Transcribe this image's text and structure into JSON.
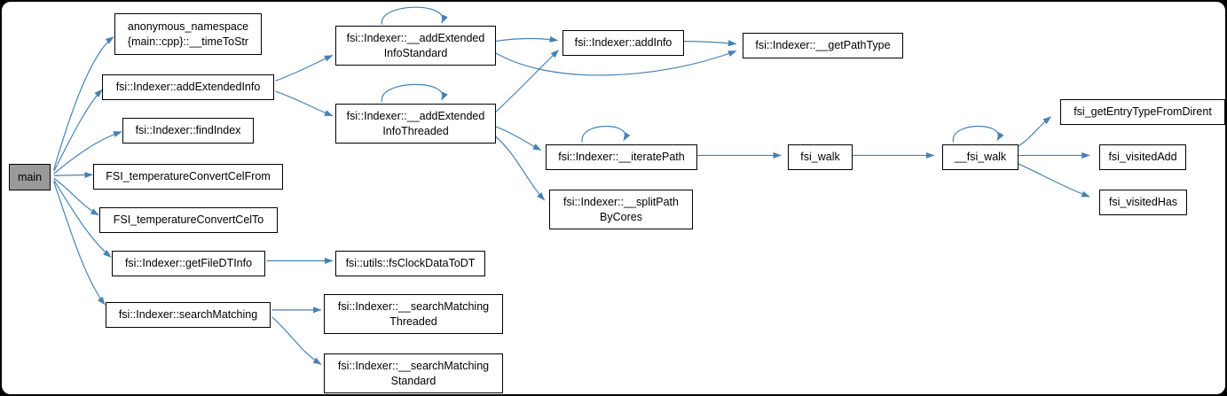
{
  "colors": {
    "background": "#ffffff",
    "edge": "#4682B4",
    "node_fill": "#ffffff",
    "node_border": "#000000",
    "current_node_fill": "#9a9a9a",
    "text": "#000000"
  },
  "diagram": {
    "type": "call-graph",
    "direction": "left-to-right",
    "nodes": [
      {
        "id": "main",
        "label": "main",
        "emphasis": "current"
      },
      {
        "id": "timeToStr",
        "label": "anonymous_namespace\n{main::cpp}::__timeToStr"
      },
      {
        "id": "addExtendedInfo",
        "label": "fsi::Indexer::addExtendedInfo"
      },
      {
        "id": "findIndex",
        "label": "fsi::Indexer::findIndex"
      },
      {
        "id": "FSI_temperatureConvertCelFrom",
        "label": "FSI_temperatureConvertCelFrom"
      },
      {
        "id": "FSI_temperatureConvertCelTo",
        "label": "FSI_temperatureConvertCelTo"
      },
      {
        "id": "getFileDTInfo",
        "label": "fsi::Indexer::getFileDTInfo"
      },
      {
        "id": "searchMatching",
        "label": "fsi::Indexer::searchMatching"
      },
      {
        "id": "addExtendedInfoStandard",
        "label": "fsi::Indexer::__addExtended\nInfoStandard"
      },
      {
        "id": "addExtendedInfoThreaded",
        "label": "fsi::Indexer::__addExtended\nInfoThreaded"
      },
      {
        "id": "addInfo",
        "label": "fsi::Indexer::addInfo"
      },
      {
        "id": "getPathType",
        "label": "fsi::Indexer::__getPathType"
      },
      {
        "id": "iteratePath",
        "label": "fsi::Indexer::__iteratePath"
      },
      {
        "id": "splitPathByCores",
        "label": "fsi::Indexer::__splitPath\nByCores"
      },
      {
        "id": "fsi_walk",
        "label": "fsi_walk"
      },
      {
        "id": "__fsi_walk",
        "label": "__fsi_walk"
      },
      {
        "id": "fsi_getEntryTypeFromDirent",
        "label": "fsi_getEntryTypeFromDirent"
      },
      {
        "id": "fsi_visitedAdd",
        "label": "fsi_visitedAdd"
      },
      {
        "id": "fsi_visitedHas",
        "label": "fsi_visitedHas"
      },
      {
        "id": "fsClockDataToDT",
        "label": "fsi::utils::fsClockDataToDT"
      },
      {
        "id": "searchMatchingThreaded",
        "label": "fsi::Indexer::__searchMatching\nThreaded"
      },
      {
        "id": "searchMatchingStandard",
        "label": "fsi::Indexer::__searchMatching\nStandard"
      }
    ],
    "edges": [
      {
        "from": "main",
        "to": "timeToStr"
      },
      {
        "from": "main",
        "to": "addExtendedInfo"
      },
      {
        "from": "main",
        "to": "findIndex"
      },
      {
        "from": "main",
        "to": "FSI_temperatureConvertCelFrom"
      },
      {
        "from": "main",
        "to": "FSI_temperatureConvertCelTo"
      },
      {
        "from": "main",
        "to": "getFileDTInfo"
      },
      {
        "from": "main",
        "to": "searchMatching"
      },
      {
        "from": "addExtendedInfo",
        "to": "addExtendedInfoStandard"
      },
      {
        "from": "addExtendedInfo",
        "to": "addExtendedInfoThreaded"
      },
      {
        "from": "addExtendedInfoStandard",
        "to": "addExtendedInfoStandard"
      },
      {
        "from": "addExtendedInfoStandard",
        "to": "addInfo"
      },
      {
        "from": "addExtendedInfoStandard",
        "to": "getPathType"
      },
      {
        "from": "addExtendedInfoThreaded",
        "to": "addExtendedInfoThreaded"
      },
      {
        "from": "addExtendedInfoThreaded",
        "to": "addInfo"
      },
      {
        "from": "addExtendedInfoThreaded",
        "to": "iteratePath"
      },
      {
        "from": "addExtendedInfoThreaded",
        "to": "splitPathByCores"
      },
      {
        "from": "addInfo",
        "to": "getPathType"
      },
      {
        "from": "iteratePath",
        "to": "iteratePath"
      },
      {
        "from": "iteratePath",
        "to": "fsi_walk"
      },
      {
        "from": "fsi_walk",
        "to": "__fsi_walk"
      },
      {
        "from": "__fsi_walk",
        "to": "__fsi_walk"
      },
      {
        "from": "__fsi_walk",
        "to": "fsi_getEntryTypeFromDirent"
      },
      {
        "from": "__fsi_walk",
        "to": "fsi_visitedAdd"
      },
      {
        "from": "__fsi_walk",
        "to": "fsi_visitedHas"
      },
      {
        "from": "getFileDTInfo",
        "to": "fsClockDataToDT"
      },
      {
        "from": "searchMatching",
        "to": "searchMatchingThreaded"
      },
      {
        "from": "searchMatching",
        "to": "searchMatchingStandard"
      }
    ]
  }
}
